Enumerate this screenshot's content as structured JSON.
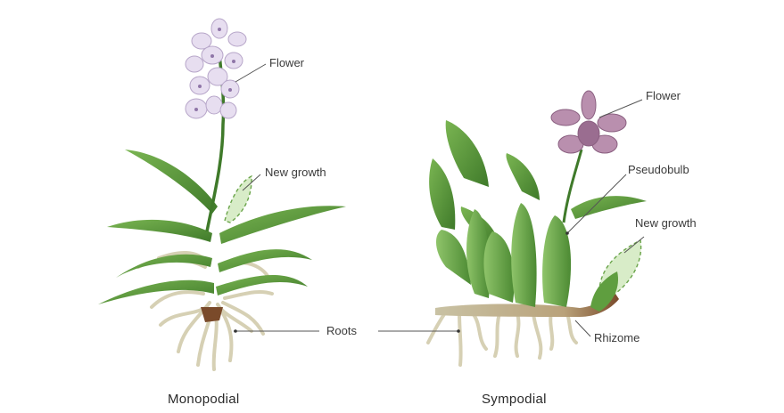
{
  "monopodial": {
    "caption": "Monopodial",
    "flower_label": "Flower",
    "new_growth_label": "New growth"
  },
  "sympodial": {
    "caption": "Sympodial",
    "flower_label": "Flower",
    "pseudobulb_label": "Pseudobulb",
    "new_growth_label": "New growth",
    "rhizome_label": "Rhizome"
  },
  "shared": {
    "roots_label": "Roots"
  },
  "colors": {
    "leaf": "#5f9e3f",
    "leaf_dark": "#3f7a2a",
    "root": "#d9d3b8",
    "new_growth": "#d8ecc8",
    "mono_flower": "#e6dcef",
    "sym_flower": "#b48aa8",
    "rhizome": "#8a5a3a"
  }
}
